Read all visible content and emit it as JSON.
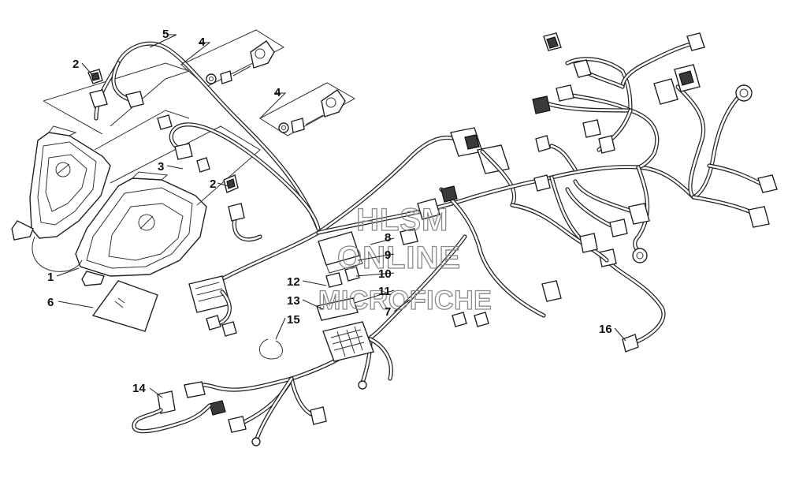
{
  "watermark": {
    "line1": "HLSM",
    "line2": "ONLINE",
    "line3": "MICROFICHE"
  },
  "callouts": [
    {
      "id": "c1",
      "label": "1"
    },
    {
      "id": "c2a",
      "label": "2"
    },
    {
      "id": "c2b",
      "label": "2"
    },
    {
      "id": "c3",
      "label": "3"
    },
    {
      "id": "c4a",
      "label": "4"
    },
    {
      "id": "c4b",
      "label": "4"
    },
    {
      "id": "c5",
      "label": "5"
    },
    {
      "id": "c6",
      "label": "6"
    },
    {
      "id": "c7",
      "label": "7"
    },
    {
      "id": "c8",
      "label": "8"
    },
    {
      "id": "c9",
      "label": "9"
    },
    {
      "id": "c10",
      "label": "10"
    },
    {
      "id": "c11",
      "label": "11"
    },
    {
      "id": "c12",
      "label": "12"
    },
    {
      "id": "c13",
      "label": "13"
    },
    {
      "id": "c14",
      "label": "14"
    },
    {
      "id": "c15",
      "label": "15"
    },
    {
      "id": "c16",
      "label": "16"
    }
  ]
}
